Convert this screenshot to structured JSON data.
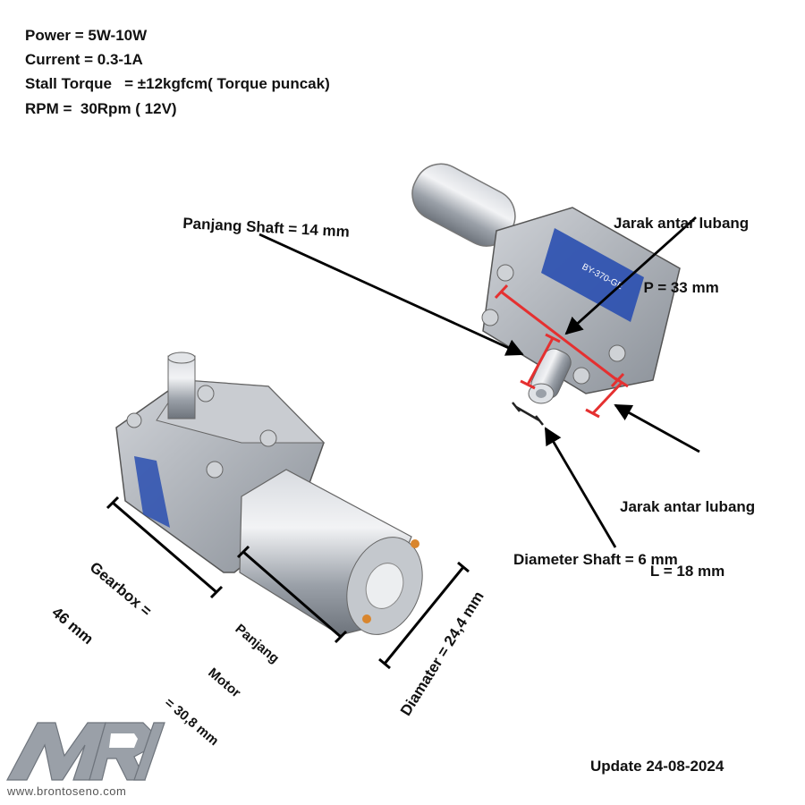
{
  "specs": [
    "Power = 5W-10W",
    "Current = 0.3-1A",
    "Stall Torque   = ±12kgfcm( Torque puncak)",
    "RPM =  30Rpm ( 12V)"
  ],
  "labels": {
    "shaft_length": "Panjang Shaft = 14 mm",
    "hole_p_title": "Jarak antar lubang",
    "hole_p_value": "P = 33 mm",
    "hole_l_title": "Jarak antar lubang",
    "hole_l_value": "L = 18 mm",
    "shaft_diameter": "Diameter Shaft = 6 mm",
    "gearbox_line1": "Gearbox =",
    "gearbox_line2": "46 mm",
    "motor_line1": "Panjang",
    "motor_line2": "Motor",
    "motor_line3": "= 30,8 mm",
    "diameter": "Diamater = 24,4 mm"
  },
  "logo": {
    "letters": "MRI",
    "url": "www.brontoseno.com"
  },
  "update": "Update 24-08-2024",
  "product_label_text": "BY-370-GE",
  "colors": {
    "dimension_marker": "#e53030",
    "arrow": "#000000",
    "metal": "#b8bcc2",
    "label_blue": "#2a4fb0"
  }
}
